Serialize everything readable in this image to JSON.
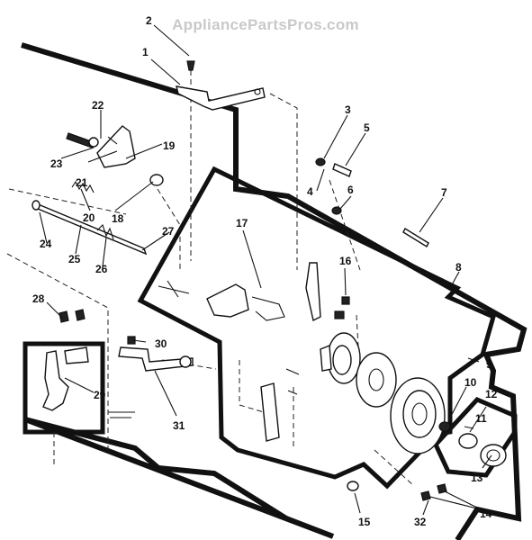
{
  "watermark": "AppliancePartsPros.com",
  "callouts": {
    "c1": "1",
    "c2": "2",
    "c3": "3",
    "c4": "4",
    "c5": "5",
    "c6": "6",
    "c7": "7",
    "c8": "8",
    "c9": "9",
    "c10": "10",
    "c11": "11",
    "c12": "12",
    "c13": "13",
    "c14": "14",
    "c15": "15",
    "c16": "16",
    "c17": "17",
    "c18": "18",
    "c19": "19",
    "c20": "20",
    "c21": "21",
    "c22": "22",
    "c23": "23",
    "c24": "24",
    "c25": "25",
    "c26": "26",
    "c27": "27",
    "c28": "28",
    "c29": "29",
    "c30": "30",
    "c31": "31",
    "c32": "32"
  }
}
